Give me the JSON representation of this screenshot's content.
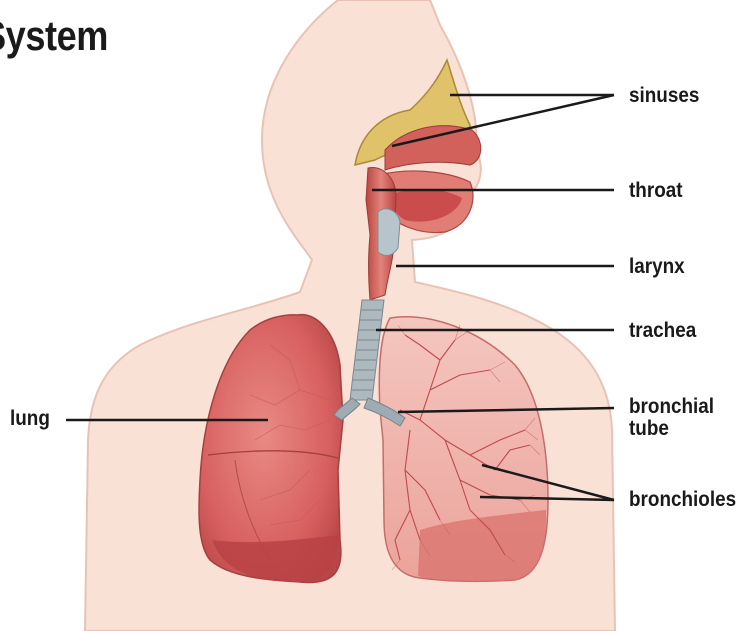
{
  "title": "System",
  "labels": {
    "sinuses": "sinuses",
    "throat": "throat",
    "larynx": "larynx",
    "trachea": "trachea",
    "bronchial_tube_line1": "bronchial",
    "bronchial_tube_line2": "tube",
    "bronchioles": "bronchioles",
    "lung": "lung"
  },
  "colors": {
    "skin": "#f9e1d6",
    "skin_outline": "#e8c3b5",
    "tissue": "#cf4e4e",
    "tissue_light": "#e8867f",
    "lung_left": "#d96565",
    "lung_right_bg": "#f0b7b0",
    "cartilage": "#a8b4bb",
    "leader_line": "#1a1a1a"
  }
}
